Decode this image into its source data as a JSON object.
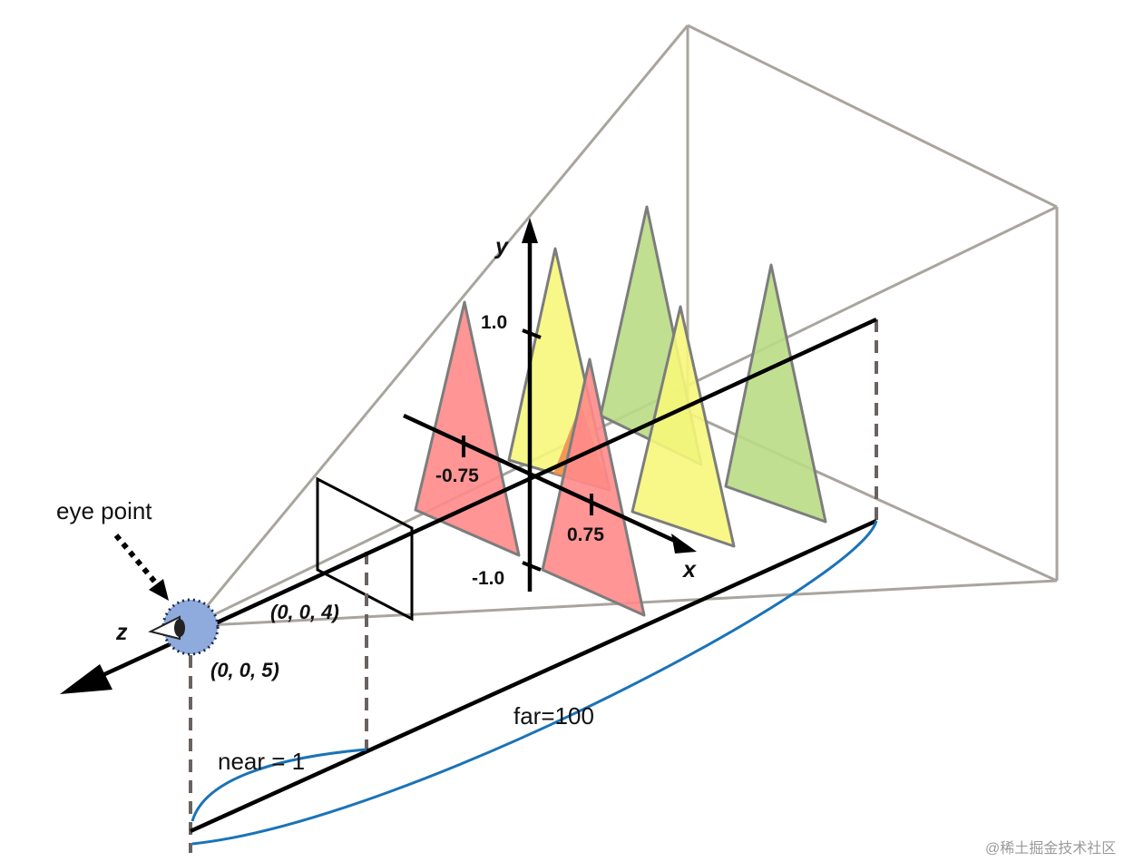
{
  "labels": {
    "eye_point": "eye point",
    "z_axis": "z",
    "y_axis": "y",
    "x_axis": "x",
    "near_plane_pos": "(0, 0, 4)",
    "eye_pos": "(0, 0, 5)",
    "near": "near = 1",
    "far": "far=100",
    "y_tick_top": "1.0",
    "y_tick_bottom": "-1.0",
    "x_tick_left": "-0.75",
    "x_tick_right": "0.75"
  },
  "colors": {
    "red_triangle": "#ff8a8a",
    "yellow_triangle": "#f6f77a",
    "green_triangle": "#b9dc84",
    "overlap_orange": "#f08a4e",
    "frustum_line": "#a9a59e",
    "brace": "#1a73b8",
    "eye": "#8faadc"
  },
  "watermark": "@稀土掘金技术社区"
}
